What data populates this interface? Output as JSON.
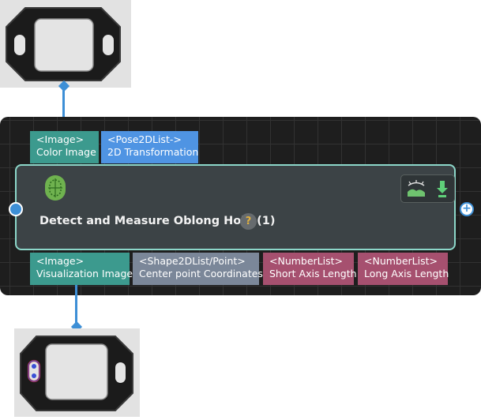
{
  "input_ports": [
    {
      "type": "<Image>",
      "name": "Color Image"
    },
    {
      "type": "<Pose2DList->",
      "name": "2D Transformation"
    }
  ],
  "node": {
    "title": "Detect and Measure Oblong Hole (1)",
    "help_label": "?",
    "icons": [
      "oblong-hole-icon",
      "visualize-icon",
      "download-icon"
    ]
  },
  "output_ports": [
    {
      "type": "<Image>",
      "name": "Visualization Image"
    },
    {
      "type": "<Shape2DList/Point>",
      "name": "Center point Coordinates"
    },
    {
      "type": "<NumberList>",
      "name": "Short Axis Length"
    },
    {
      "type": "<NumberList>",
      "name": "Long Axis Length"
    }
  ],
  "connectors": {
    "add_label": "+"
  },
  "colors": {
    "port_image": "#3c9a8e",
    "port_pose": "#4f94e3",
    "port_shape": "#7b8799",
    "port_number": "#a6506f",
    "node_border": "#8cd7c9",
    "connector": "#3d8fd6"
  }
}
